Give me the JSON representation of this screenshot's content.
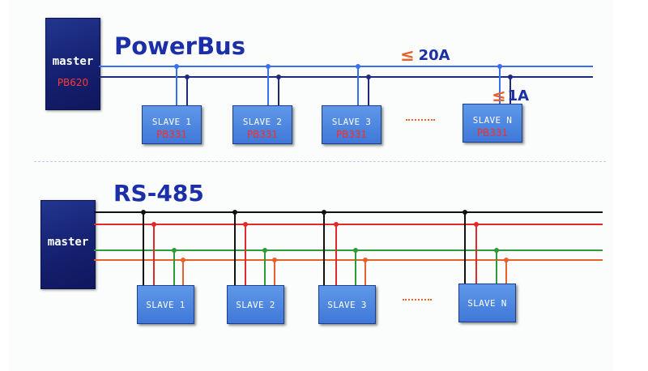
{
  "powerbus": {
    "title": "PowerBus",
    "rating_main": "20A",
    "rating_branch": "1A",
    "master": {
      "label": "master",
      "model": "PB620"
    },
    "slaves": [
      {
        "label": "SLAVE  1",
        "model": "PB331"
      },
      {
        "label": "SLAVE  2",
        "model": "PB331"
      },
      {
        "label": "SLAVE  3",
        "model": "PB331"
      },
      {
        "label": "SLAVE  N",
        "model": "PB331"
      }
    ],
    "wire_colors": [
      "#3a6ff0",
      "#1e2a7c"
    ]
  },
  "rs485": {
    "title": "RS-485",
    "master": {
      "label": "master"
    },
    "slaves": [
      {
        "label": "SLAVE  1"
      },
      {
        "label": "SLAVE  2"
      },
      {
        "label": "SLAVE  3"
      },
      {
        "label": "SLAVE  N"
      }
    ],
    "wire_colors": [
      "#111111",
      "#e02a2a",
      "#2f9a3a",
      "#e8602a"
    ]
  },
  "symbols": {
    "leq": "≤",
    "ellipsis_icon": "dotted-line-ellipsis"
  }
}
